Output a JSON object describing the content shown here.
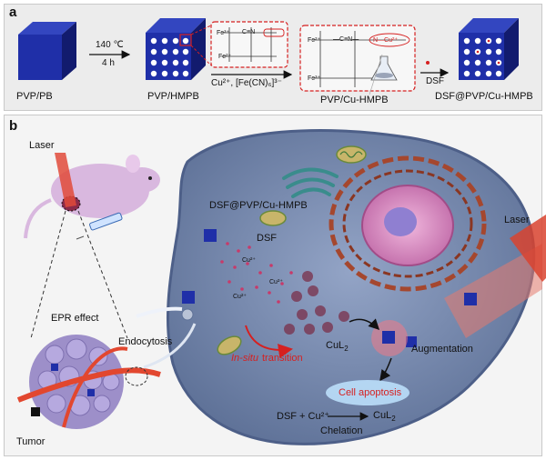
{
  "panel_a": {
    "label": "a",
    "stages": [
      "PVP/PB",
      "PVP/HMPB",
      "PVP/Cu-HMPB",
      "DSF@PVP/Cu-HMPB"
    ],
    "arrow1_top": "140 ℃",
    "arrow1_bottom": "4 h",
    "arrow2_label": "Cu²⁺,  [Fe(CN)₆]³⁻",
    "arrow3_label": "DSF",
    "formula_bits": {
      "fe3": "Fe³⁺",
      "fe2": "Fe²⁺",
      "cn": "C≡N",
      "ncu": "N—Cu²⁺",
      "c_eq_n": "—C≡N—"
    }
  },
  "panel_b": {
    "label": "b",
    "laser_left": "Laser",
    "laser_right": "Laser",
    "dsf_nano": "DSF@PVP/Cu-HMPB",
    "dsf": "DSF",
    "epr": "EPR effect",
    "endocytosis": "Endocytosis",
    "tumor": "Tumor",
    "in_situ": "In-situ",
    "transition": "transition",
    "cul2_main": "CuL",
    "cul2_sub": "2",
    "augmentation": "Augmentation",
    "apoptosis": "Cell apoptosis",
    "eq_left": "DSF  +  Cu²⁺",
    "eq_right": "CuL",
    "eq_right_sub": "2",
    "chelation": "Chelation",
    "cu_ion": "Cu²⁺"
  },
  "colors": {
    "cube": "#1f2fa8",
    "cube_dark": "#141e78",
    "cell": "#7d8fb4",
    "cell_edge": "#4d5f88",
    "laser": "#e04a3a",
    "mouse": "#d9b8df",
    "tumor": "#9d8fc9",
    "vessel": "#e2472f",
    "nucleus": "#d88fc6",
    "er": "#a5472e",
    "highlight": "#d62020"
  }
}
